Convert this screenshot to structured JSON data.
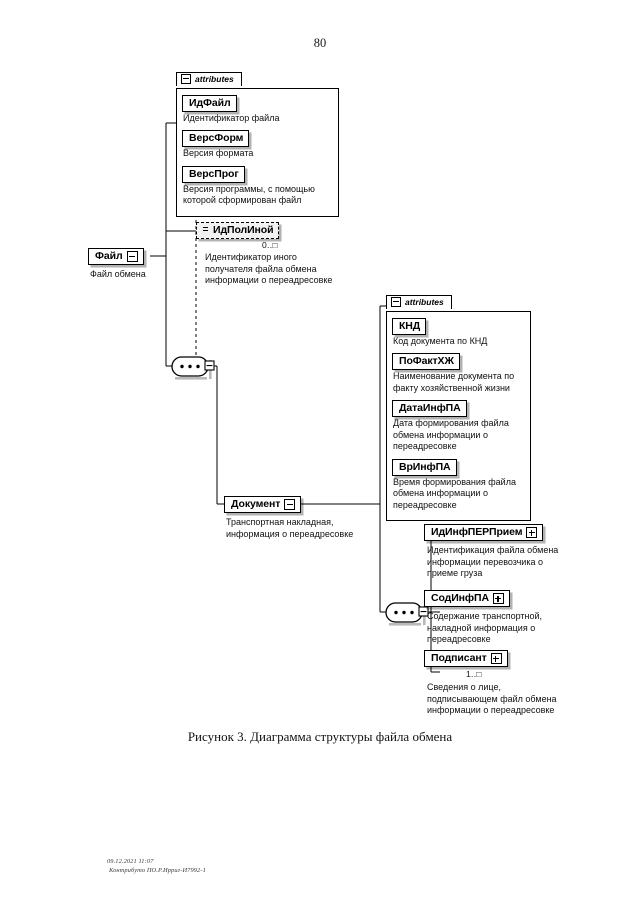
{
  "page": {
    "number": "80",
    "figure_caption": "Рисунок 3. Диаграмма структуры файла обмена",
    "footer_line1": "09.12.2021 11:07",
    "footer_line2": "Контрибуто ПО.Р.Ирриг-И7992-1"
  },
  "diagram": {
    "root": {
      "name": "Файл",
      "caption": "Файл обмена",
      "expander": "minus"
    },
    "file_attributes": {
      "tab_label": "attributes",
      "tab_icon": "minus-box-icon",
      "items": [
        {
          "name": "ИдФайл",
          "description": "Идентификатор файла"
        },
        {
          "name": "ВерсФорм",
          "description": "Версия формата"
        },
        {
          "name": "ВерсПрог",
          "description": "Версия программы, с помощью\nкоторой сформирован файл"
        }
      ]
    },
    "optional_attribute": {
      "name": "ИдПолИной",
      "multiplicity": "0..□",
      "caption": "Идентификатор иного\nполучателя файла обмена\nинформации о переадресовке"
    },
    "document": {
      "name": "Документ",
      "caption": "Транспортная накладная,\nинформация о переадресовке",
      "expander": "minus"
    },
    "document_attributes": {
      "tab_label": "attributes",
      "tab_icon": "minus-box-icon",
      "items": [
        {
          "name": "КНД",
          "description": "Код документа по КНД"
        },
        {
          "name": "ПоФактХЖ",
          "description": "Наименование документа по\nфакту хозяйственной жизни"
        },
        {
          "name": "ДатаИнфПА",
          "description": "Дата формирования файла\nобмена информации о\nпереадресовке"
        },
        {
          "name": "ВрИнфПА",
          "description": "Время формирования файла\nобмена информации о\nпереадресовке"
        }
      ]
    },
    "document_children": [
      {
        "name": "ИдИнфПЕРПрием",
        "expander": "plus",
        "multiplicity": "",
        "caption": "Идентификация файла обмена\nинформации перевозчика о\nприеме груза"
      },
      {
        "name": "СодИнфПА",
        "expander": "plus",
        "multiplicity": "",
        "caption": "Содержание транспортной,\nнакладной информация о\nпереадресовке"
      },
      {
        "name": "Подписант",
        "expander": "plus",
        "multiplicity": "1..□",
        "caption": "Сведения о лице,\nподписывающем файл обмена\nинформации о переадресовке"
      }
    ],
    "compositors": [
      {
        "id": "root-sequence",
        "type": "sequence-icon"
      },
      {
        "id": "document-sequence",
        "type": "sequence-icon"
      }
    ]
  }
}
